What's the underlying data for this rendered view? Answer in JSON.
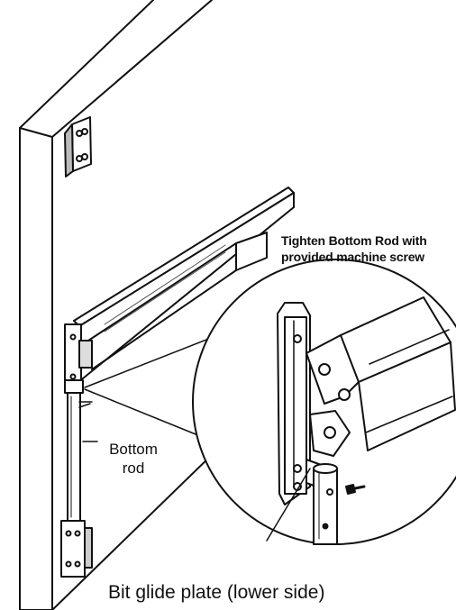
{
  "labels": {
    "callout_line1": "Tighten Bottom Rod with",
    "callout_line2": "provided machine screw",
    "rod_line1": "Bottom",
    "rod_line2": "rod",
    "caption": "Bit glide plate (lower side)"
  },
  "colors": {
    "ink": "#111111",
    "paper": "#ffffff",
    "shade": "#555555"
  }
}
